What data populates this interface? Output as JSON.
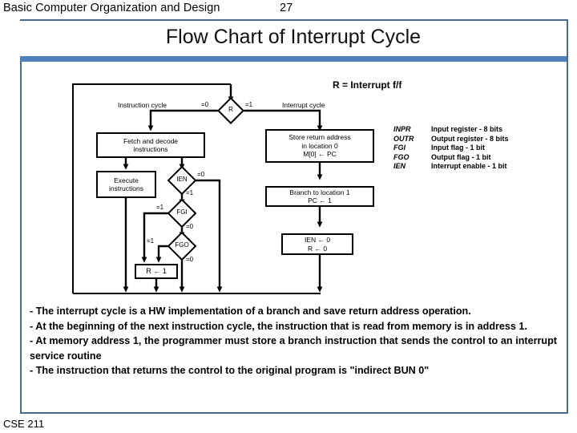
{
  "header": {
    "title": "Basic Computer Organization and Design",
    "page_number": "27"
  },
  "slide": {
    "title": "Flow Chart of Interrupt Cycle",
    "accent_color": "#4f81bd",
    "frame_color": "#4a6a8a"
  },
  "diagram": {
    "note": "R = Interrupt f/f",
    "branch_labels": {
      "r_zero": "=0",
      "r_one": "=1",
      "ien_zero": "=0",
      "ien_one": "=1",
      "fgi_one": "=1",
      "fgi_zero": "=0",
      "fgo_one": "=1",
      "fgo_zero": "=0"
    },
    "path_labels": {
      "instruction_cycle": "Instruction cycle",
      "interrupt_cycle": "Interrupt cycle"
    },
    "decisions": {
      "r": "R",
      "ien": "IEN",
      "fgi": "FGI",
      "fgo": "FGO"
    },
    "boxes": {
      "fetch": [
        "Fetch and decode",
        "instructions"
      ],
      "execute": [
        "Execute",
        "instructions"
      ],
      "set_r": [
        "R ← 1"
      ],
      "store_return": [
        "Store return address",
        "in location 0",
        "M[0] ← PC"
      ],
      "branch": [
        "Branch to location 1",
        "PC ← 1"
      ],
      "clear": [
        "IEN ← 0",
        "R ← 0"
      ]
    }
  },
  "legend": [
    {
      "symbol": "INPR",
      "desc": "Input register - 8 bits"
    },
    {
      "symbol": "OUTR",
      "desc": "Output register - 8 bits"
    },
    {
      "symbol": "FGI",
      "desc": "Input flag - 1 bit"
    },
    {
      "symbol": "FGO",
      "desc": "Output flag - 1 bit"
    },
    {
      "symbol": "IEN",
      "desc": "Interrupt enable - 1 bit"
    }
  ],
  "bullets": [
    "- The interrupt cycle is a HW implementation of a branch and save return address operation.",
    "- At the beginning of the next instruction cycle, the instruction that is read from memory is in address 1.",
    "- At memory address 1, the programmer must store a branch instruction that sends the control to an interrupt service routine",
    "- The instruction that returns the control to the original program is  \"indirect BUN  0\""
  ],
  "footer": {
    "course": "CSE 211"
  }
}
